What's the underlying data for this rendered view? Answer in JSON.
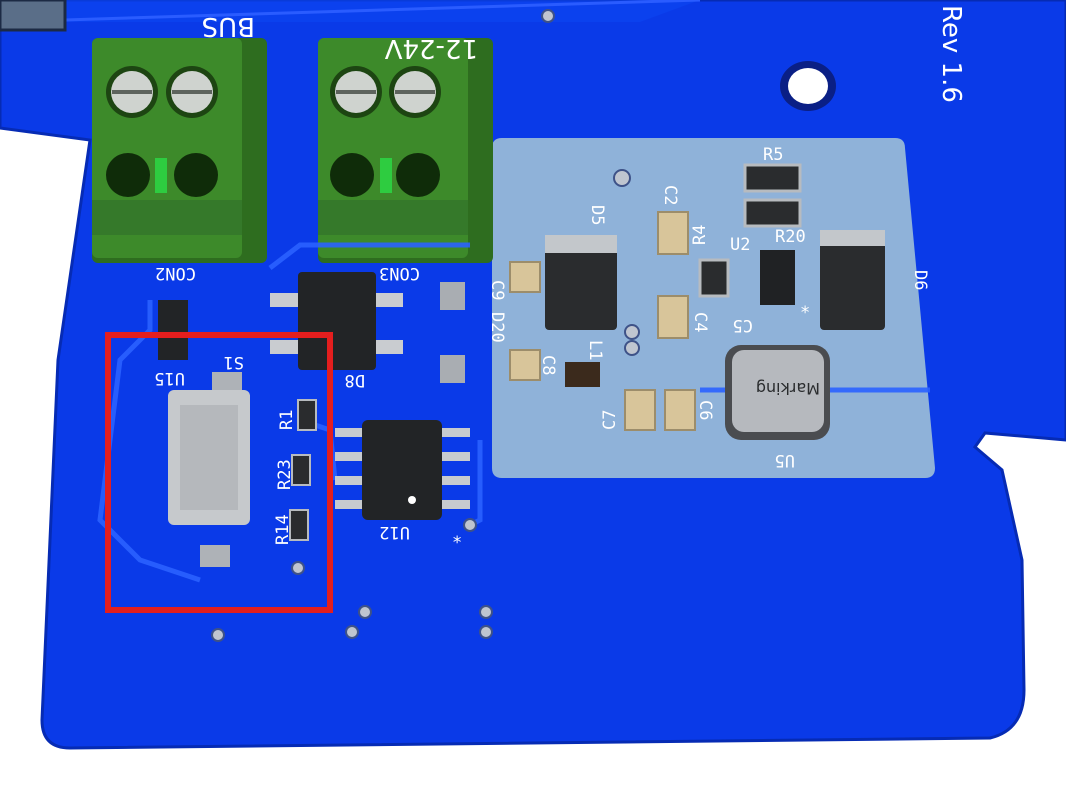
{
  "board": {
    "revision": "Rev 1.6",
    "colors": {
      "board": "#0a3ae8",
      "board_edge": "#062bb4",
      "copper_zone": "#8fb2d9",
      "terminal_green": "#3d8a2a",
      "ic_body": "#222426",
      "highlight": "#e41e1e"
    }
  },
  "connectors": [
    {
      "ref": "CON2",
      "top_label": "BUS"
    },
    {
      "ref": "CON3",
      "top_label": "12-24V"
    }
  ],
  "components": [
    {
      "ref": "R5"
    },
    {
      "ref": "R20"
    },
    {
      "ref": "R4"
    },
    {
      "ref": "U2"
    },
    {
      "ref": "C2"
    },
    {
      "ref": "D5"
    },
    {
      "ref": "D6"
    },
    {
      "ref": "C5"
    },
    {
      "ref": "C4"
    },
    {
      "ref": "C9"
    },
    {
      "ref": "D20"
    },
    {
      "ref": "C8"
    },
    {
      "ref": "L1"
    },
    {
      "ref": "C7"
    },
    {
      "ref": "C6"
    },
    {
      "ref": "U5"
    },
    {
      "ref": "D8"
    },
    {
      "ref": "U15"
    },
    {
      "ref": "S1"
    },
    {
      "ref": "R1"
    },
    {
      "ref": "R23"
    },
    {
      "ref": "R14"
    },
    {
      "ref": "U12"
    }
  ],
  "inductor_marking": "Marking",
  "pin1_marks": [
    "*",
    "*"
  ],
  "highlight_region": {
    "label": "S1",
    "color": "#e41e1e"
  }
}
